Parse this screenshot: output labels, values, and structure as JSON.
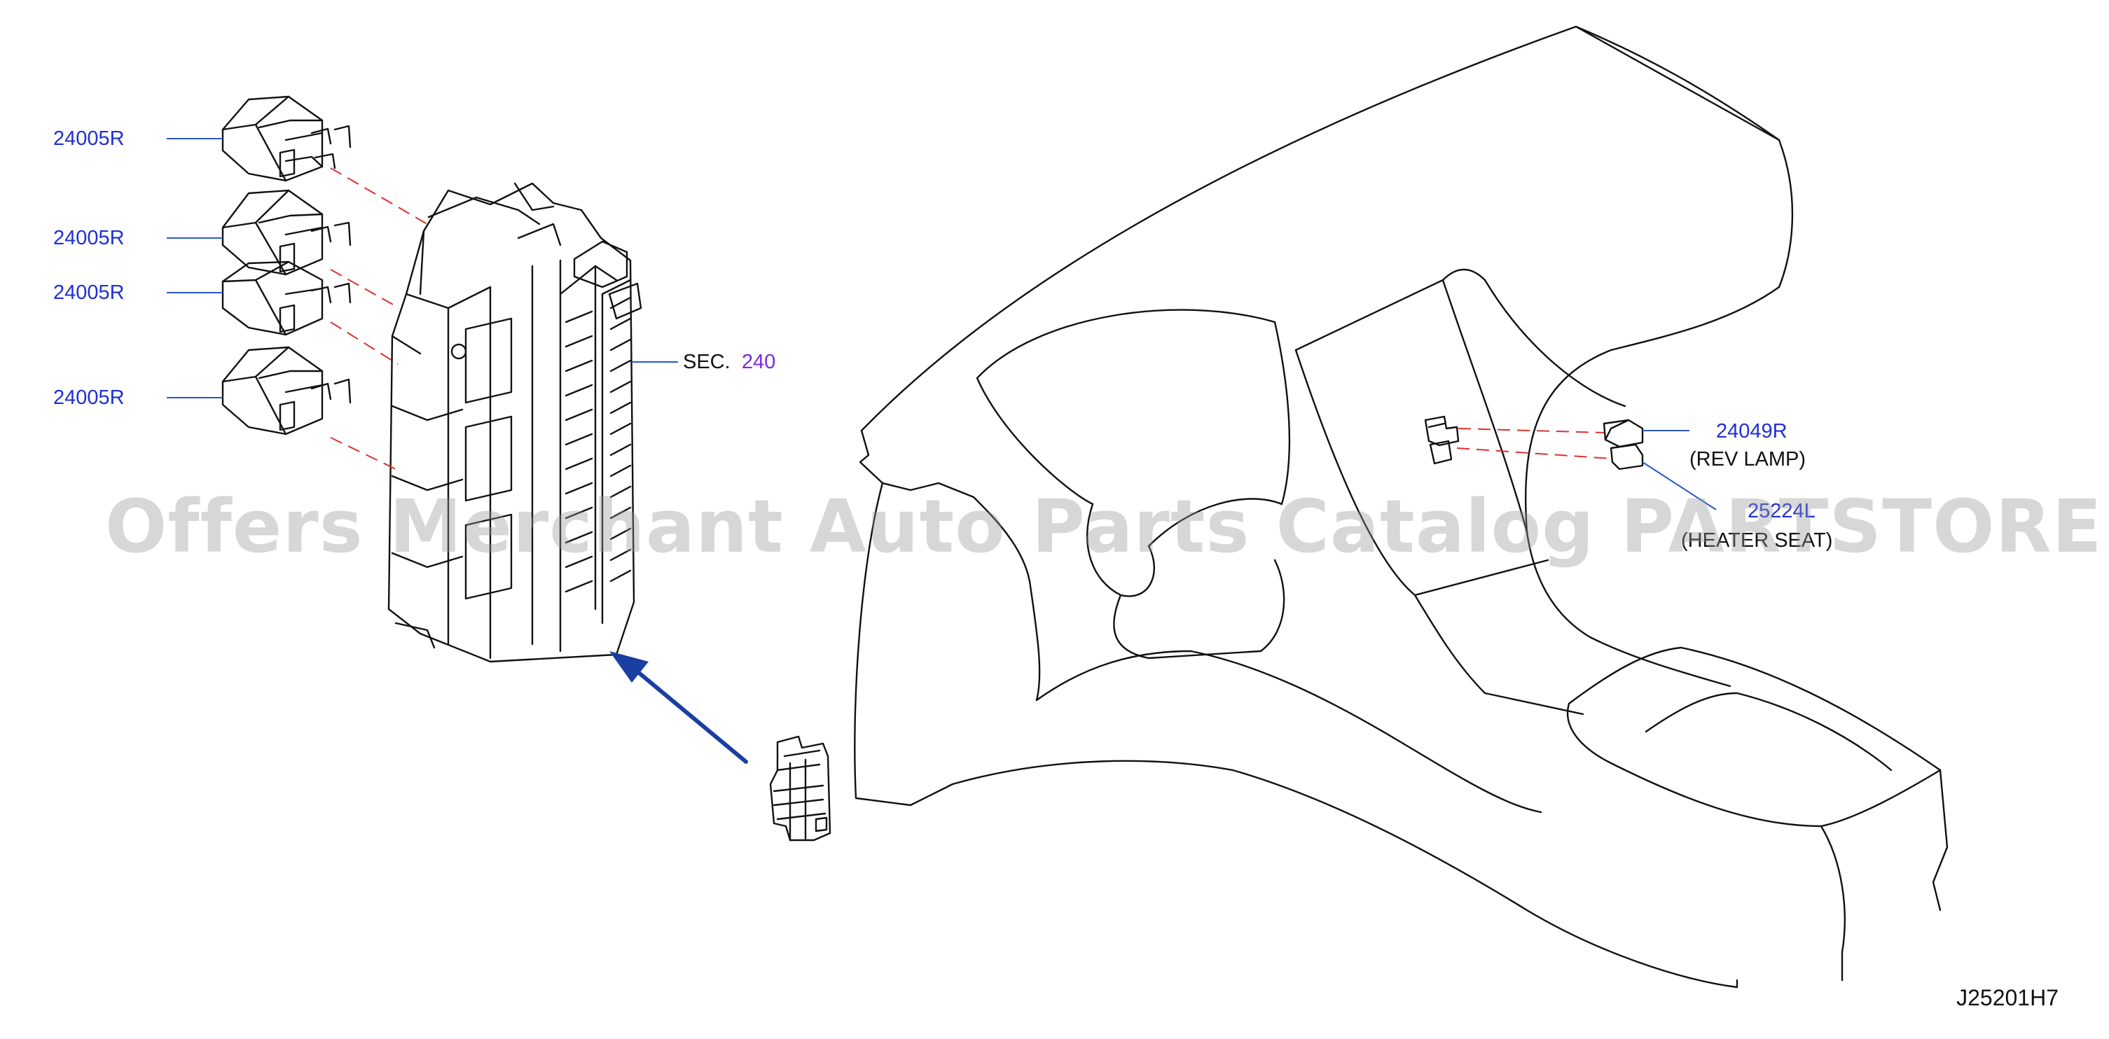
{
  "callouts": {
    "relay_1": "24005R",
    "relay_2": "24005R",
    "relay_3": "24005R",
    "relay_4": "24005R",
    "sec_prefix": "SEC.",
    "sec_number": "240",
    "rev_lamp_part": "24049R",
    "rev_lamp_desc": "(REV   LAMP)",
    "heater_part": "25224L",
    "heater_desc": "(HEATER  SEAT)"
  },
  "watermark": "Offers Merchant Auto Parts Catalog PARTSTORE.SA",
  "diagram_code": "J25201H7",
  "colors": {
    "callout_text": "#1f2fd6",
    "section_number": "#7a2be2",
    "leader_line": "#2a56c8",
    "dashed_line": "#e03030",
    "arrow": "#1a3fa0",
    "drawing": "#111111"
  }
}
